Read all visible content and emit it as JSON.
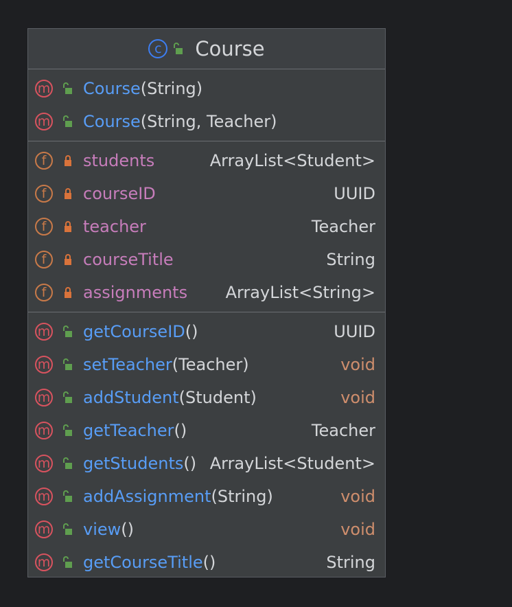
{
  "class": {
    "name": "Course",
    "badge_letter": "c"
  },
  "constructors": [
    {
      "name": "Course",
      "params": "(String)"
    },
    {
      "name": "Course",
      "params": "(String, Teacher)"
    }
  ],
  "fields": [
    {
      "name": "students",
      "type": "ArrayList<Student>"
    },
    {
      "name": "courseID",
      "type": "UUID"
    },
    {
      "name": "teacher",
      "type": "Teacher"
    },
    {
      "name": "courseTitle",
      "type": "String"
    },
    {
      "name": "assignments",
      "type": "ArrayList<String>"
    }
  ],
  "methods": [
    {
      "name": "getCourseID",
      "params": "()",
      "type": "UUID"
    },
    {
      "name": "setTeacher",
      "params": "(Teacher)",
      "type": "void"
    },
    {
      "name": "addStudent",
      "params": "(Student)",
      "type": "void"
    },
    {
      "name": "getTeacher",
      "params": "()",
      "type": "Teacher"
    },
    {
      "name": "getStudents",
      "params": "()",
      "type": "ArrayList<Student>"
    },
    {
      "name": "addAssignment",
      "params": "(String)",
      "type": "void"
    },
    {
      "name": "view",
      "params": "()",
      "type": "void"
    },
    {
      "name": "getCourseTitle",
      "params": "()",
      "type": "String"
    }
  ],
  "badges": {
    "method_letter": "m",
    "field_letter": "f"
  },
  "colors": {
    "background": "#1e1f22",
    "box": "#3c3f41",
    "method_name": "#589df6",
    "field_name": "#c77dbb",
    "void_type": "#cf8e6d",
    "method_badge": "#d9535f",
    "field_badge": "#c97a49",
    "class_badge": "#3d7ef2",
    "public_lock": "#5f9e4f",
    "private_lock": "#d9733b"
  },
  "icons": {
    "class": "class-icon",
    "method": "method-icon",
    "field": "field-icon",
    "public": "public-unlocked-icon",
    "private": "private-lock-icon"
  }
}
